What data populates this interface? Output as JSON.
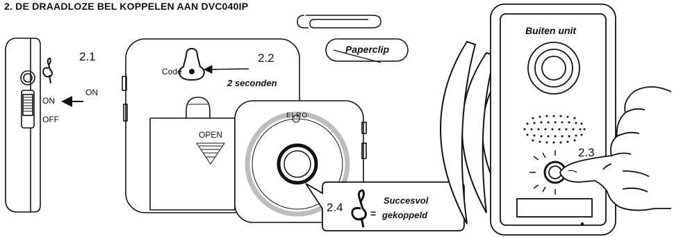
{
  "title": "2. DE DRAADLOZE BEL KOPPELEN AAN DVC040IP",
  "steps": {
    "s21": "2.1",
    "s22": "2.2",
    "s23": "2.3",
    "s24": "2.4"
  },
  "chime_side": {
    "arrow_label": "ON",
    "switch_on": "ON",
    "switch_off": "OFF"
  },
  "chime_back": {
    "code_label": "Code",
    "hold_time": "2 seconden",
    "open_label": "OPEN"
  },
  "paperclip_label": "Paperclip",
  "chime_front": {
    "brand": "ELRO"
  },
  "result": {
    "equals": "=",
    "line1": "Succesvol",
    "line2": "gekoppeld"
  },
  "outdoor_unit_label": "Buiten unit",
  "icons": [
    "music-note-icon",
    "keyhole-icon",
    "paperclip-icon",
    "hand-icon",
    "wireless-waves-icon"
  ]
}
